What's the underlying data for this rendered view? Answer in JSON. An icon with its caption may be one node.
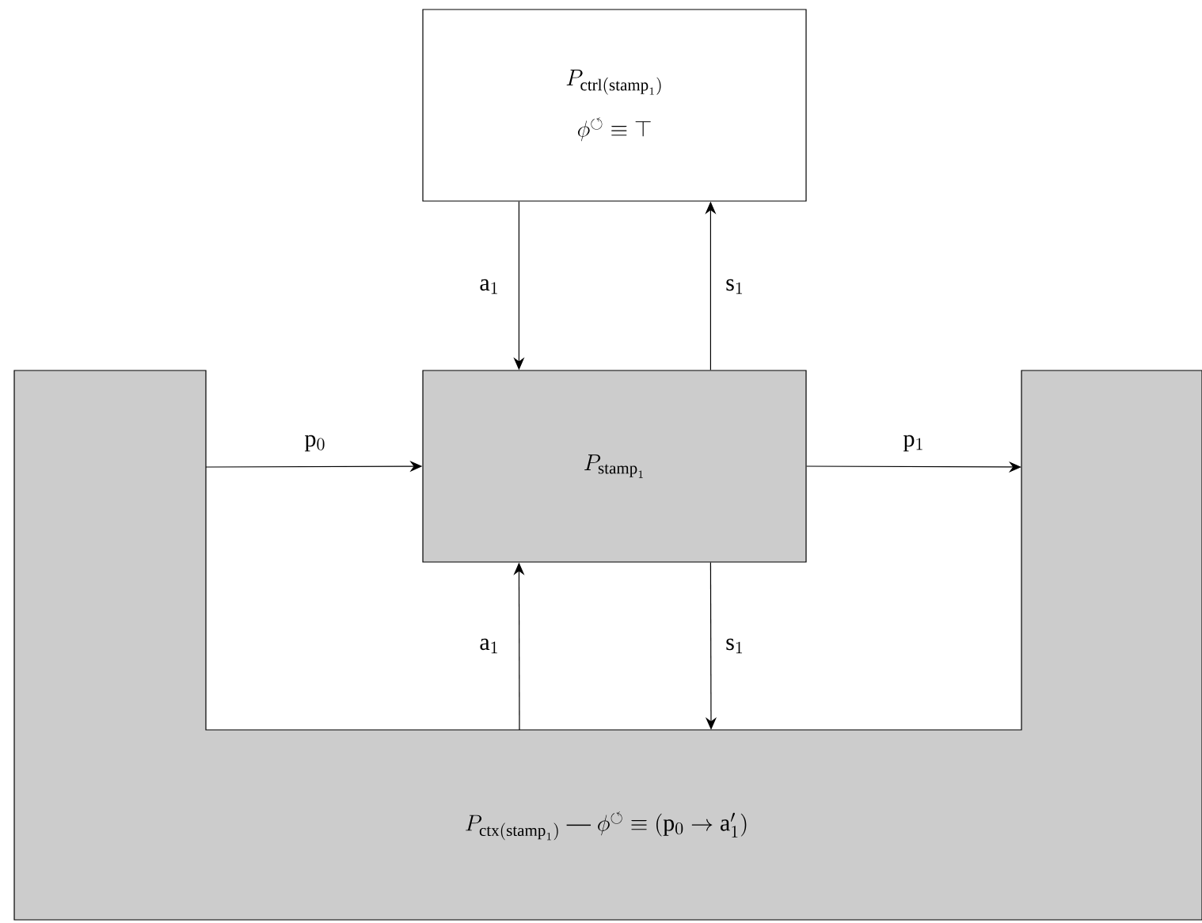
{
  "diagram": {
    "nodes": [
      {
        "text": [
          "P_{\\mathrm{ctx}(\\mathrm{stamp}_1)} \\mathrel{\\text{---}} \\phi^{\\circlearrowleft} \\equiv (\\mathrm{p}_0 \\to \\mathrm{a}_1')"
        ]
      },
      {
        "text": [
          "P_{\\mathrm{ctrl}(\\mathrm{stamp}_1)}",
          "\\phi^{\\circlearrowleft} \\equiv \\top"
        ]
      },
      {
        "text": [
          "P_{\\mathrm{stamp}_1}"
        ]
      }
    ],
    "edges": [
      {
        "from": 1,
        "to": 2,
        "arrow": "to",
        "label": "\\mathrm{a}_1"
      },
      {
        "from": 2,
        "to": 1,
        "arrow": "to",
        "label": "\\mathrm{s}_1"
      },
      {
        "from": 0,
        "to": 2,
        "arrow": "to",
        "label": "\\mathrm{p}_0"
      },
      {
        "from": 2,
        "to": 0,
        "arrow": "to",
        "label": "\\mathrm{p}_1"
      },
      {
        "from": 0,
        "to": 2,
        "arrow": "to",
        "label": "\\mathrm{a}_1"
      },
      {
        "from": 2,
        "to": 0,
        "arrow": "to",
        "label": "\\mathrm{s}_1"
      }
    ]
  }
}
